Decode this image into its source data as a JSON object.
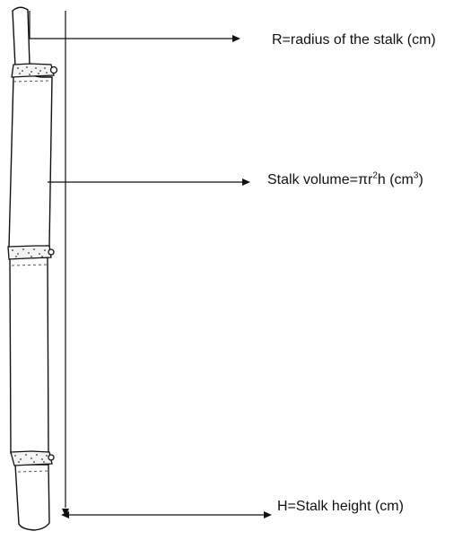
{
  "labels": {
    "radius": "R=radius of the stalk (cm)",
    "volume_prefix": "Stalk volume=πr",
    "volume_sup1": "2",
    "volume_mid": "h (cm",
    "volume_sup2": "3",
    "volume_suffix": ")",
    "height": "H=Stalk  height (cm)"
  },
  "colors": {
    "line": "#111111",
    "node_fill": "#f3f3f3",
    "stalk_fill": "#ffffff"
  }
}
